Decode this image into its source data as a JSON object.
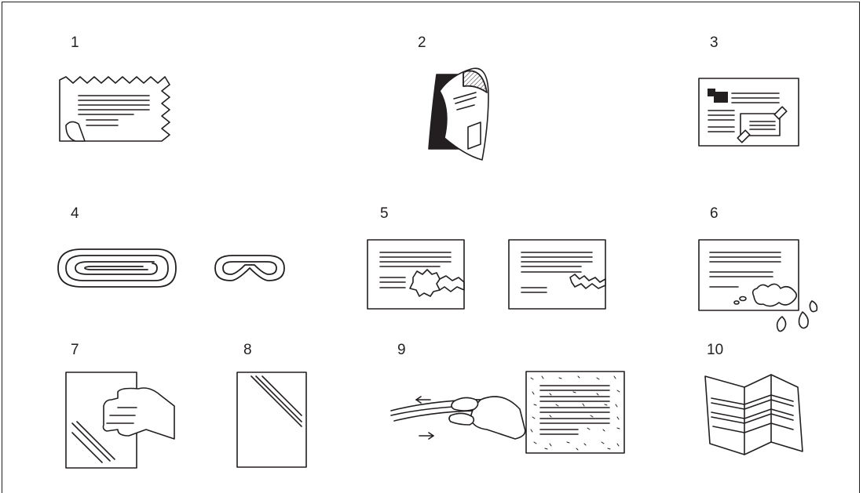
{
  "ink": "#231f20",
  "paper": "#ffffff",
  "items": [
    {
      "number": "1",
      "icon": "torn-curled-paper-icon"
    },
    {
      "number": "2",
      "icon": "curled-sheet-icon"
    },
    {
      "number": "3",
      "icon": "paste-up-sheet-icon"
    },
    {
      "number": "4",
      "icon": "paper-clip-icon"
    },
    {
      "number": "5",
      "icon": "torn-hole-sheet-icon"
    },
    {
      "number": "6",
      "icon": "wet-sheet-icon"
    },
    {
      "number": "7",
      "icon": "transparency-hand-icon"
    },
    {
      "number": "8",
      "icon": "transparency-sheet-icon"
    },
    {
      "number": "9",
      "icon": "carbon-paper-icon"
    },
    {
      "number": "10",
      "icon": "folded-sheet-icon"
    }
  ]
}
